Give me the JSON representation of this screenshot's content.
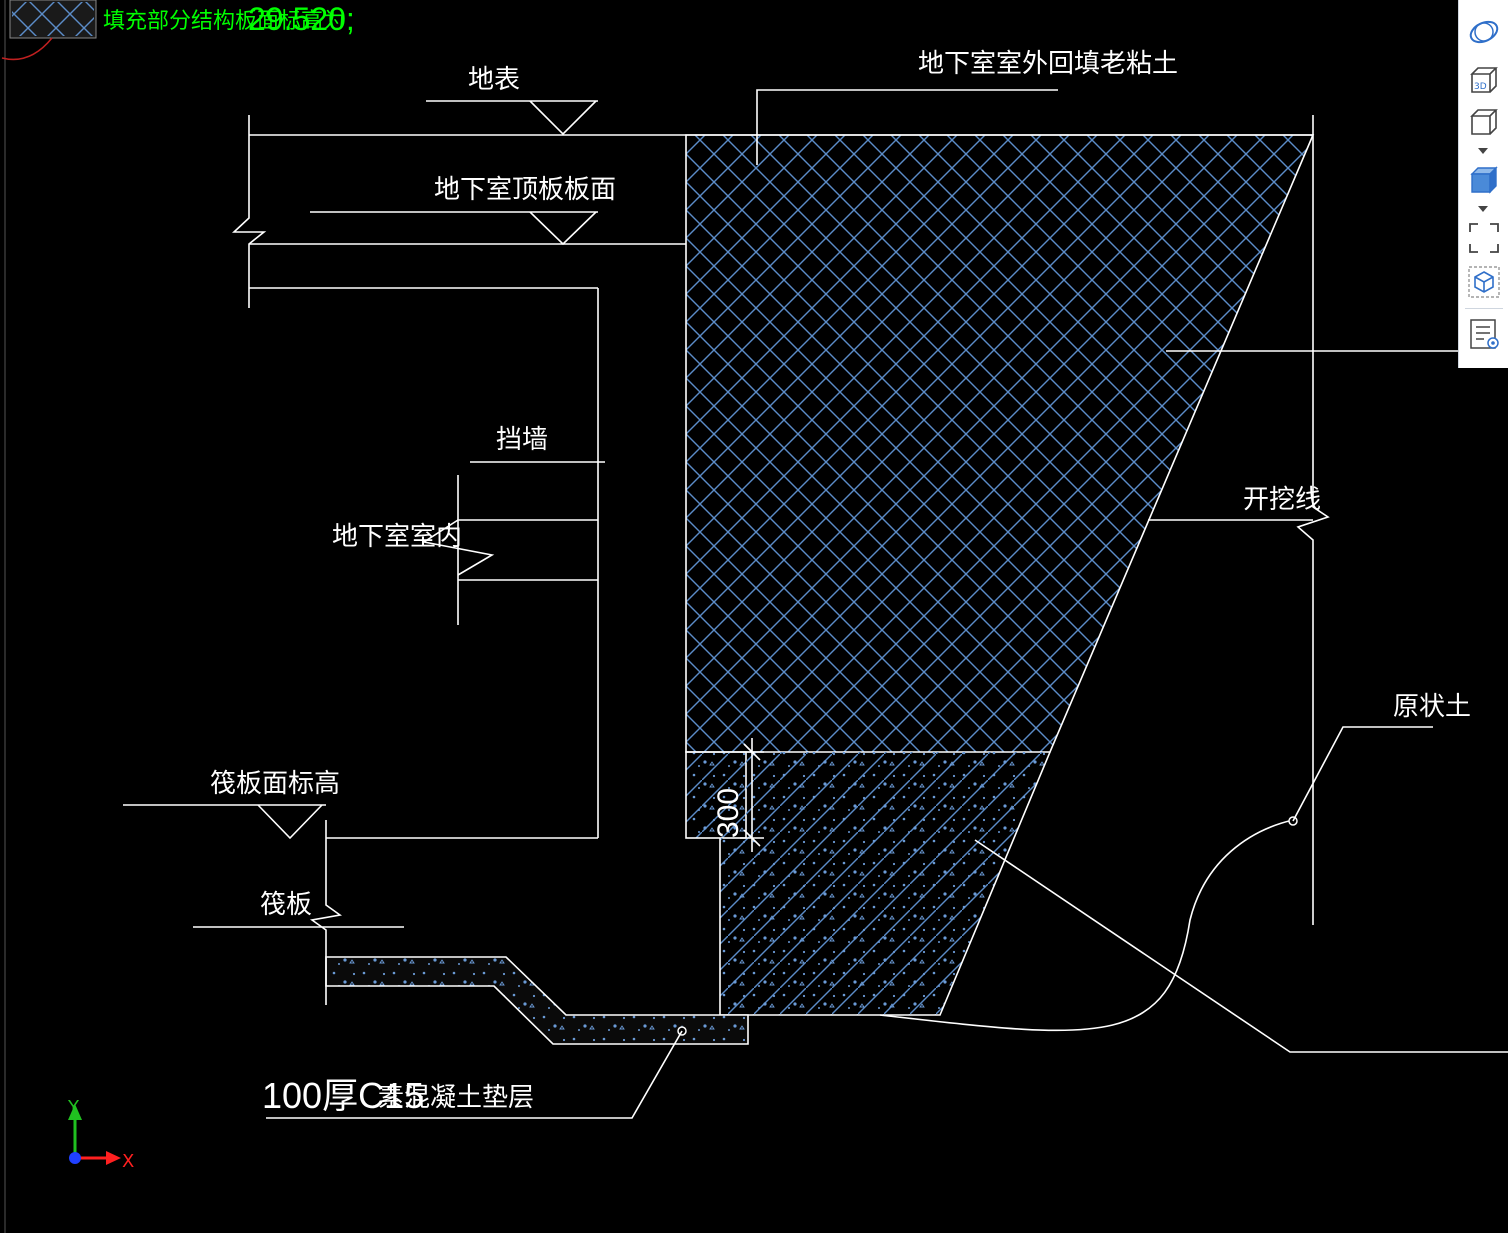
{
  "command_line": {
    "text": "填充部分结构板面标高为",
    "value": "29.520;"
  },
  "labels": {
    "ground": "地表",
    "roof_slab": "地下室顶板板面",
    "backfill": "地下室室外回填老粘土",
    "retaining_wall": "挡墙",
    "basement_interior": "地下室室内",
    "excavation_line": "开挖线",
    "raft_top": "筏板面标高",
    "raft": "筏板",
    "original_soil": "原状土",
    "cushion_prefix": "100厚C15",
    "cushion_suffix": "素混凝土垫层",
    "dimension_300": "300"
  },
  "ucs": {
    "x": "X",
    "y": "Y"
  },
  "toolbar": {
    "items": [
      "orbit-icon",
      "3d-view-icon",
      "cube-wireframe-icon",
      "cube-shaded-icon",
      "zoom-extents-icon",
      "visual-style-icon",
      "properties-list-icon"
    ]
  },
  "colors": {
    "background": "#000000",
    "lines": "#ffffff",
    "hatch": "#5b8cc8",
    "command_text": "#00ff00",
    "ucs_x": "#ff2020",
    "ucs_y": "#20c020"
  }
}
